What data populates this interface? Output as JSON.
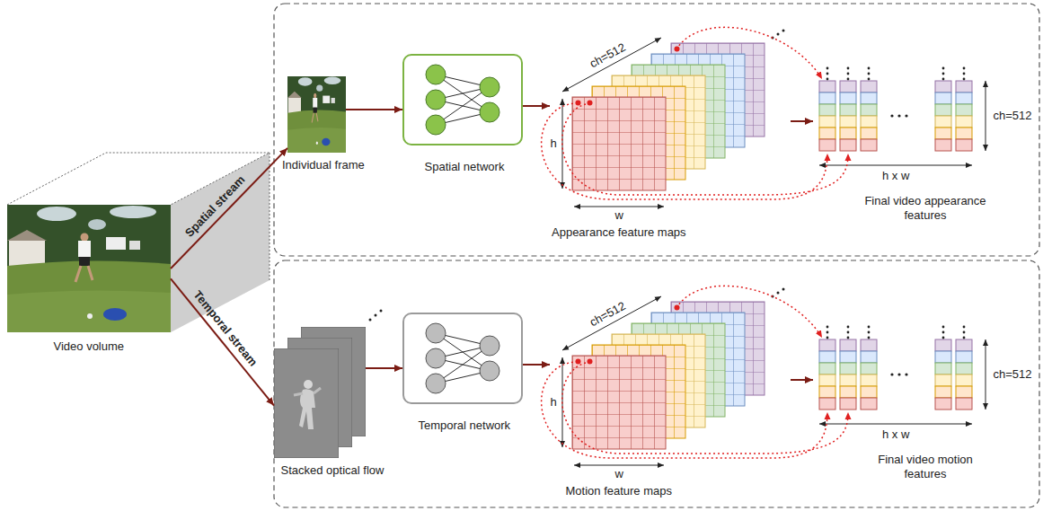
{
  "diagram": {
    "nodes": [
      {
        "text": [
          "Video volume"
        ]
      },
      {
        "text": [
          "Individual frame"
        ]
      },
      {
        "text": [
          "Spatial network"
        ]
      },
      {
        "text": [
          "ch=512",
          "h",
          "w",
          "Appearance feature maps"
        ]
      },
      {
        "text": [
          "ch=512",
          "h x w",
          "Final video appearance features"
        ]
      },
      {
        "text": [
          "Stacked optical flow"
        ]
      },
      {
        "text": [
          "Temporal network"
        ]
      },
      {
        "text": [
          "ch=512",
          "h",
          "w",
          "Motion feature maps"
        ]
      },
      {
        "text": [
          "ch=512",
          "h x w",
          "Final video motion features"
        ]
      }
    ],
    "edges": [
      {
        "from": 0,
        "to": 1,
        "arrow": "to",
        "label": "Spatial stream"
      },
      {
        "from": 0,
        "to": 5,
        "arrow": "to",
        "label": "Temporal stream"
      },
      {
        "from": 1,
        "to": 2,
        "arrow": "to"
      },
      {
        "from": 2,
        "to": 3,
        "arrow": "to"
      },
      {
        "from": 3,
        "to": 4,
        "arrow": "to"
      },
      {
        "from": 5,
        "to": 6,
        "arrow": "to"
      },
      {
        "from": 6,
        "to": 7,
        "arrow": "to"
      },
      {
        "from": 7,
        "to": 8,
        "arrow": "to"
      }
    ]
  }
}
